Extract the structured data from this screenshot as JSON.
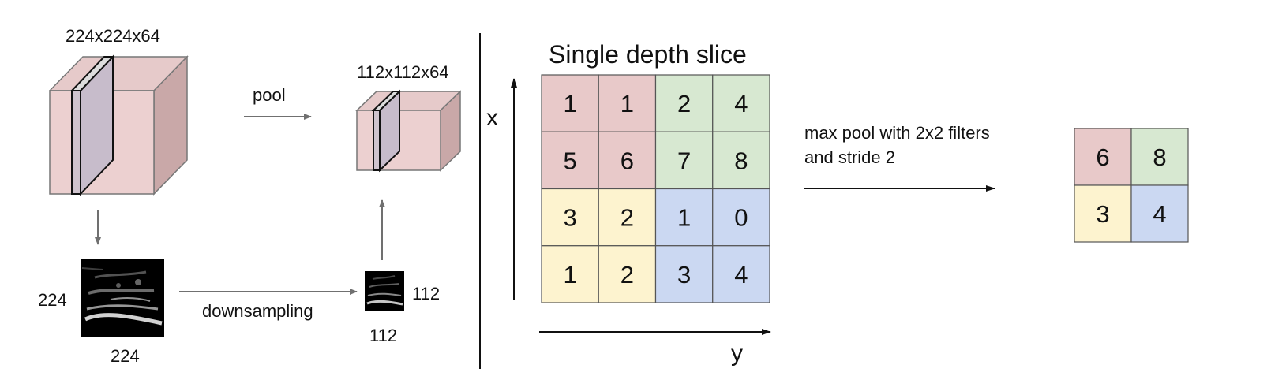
{
  "left": {
    "input_volume_label": "224x224x64",
    "output_volume_label": "112x112x64",
    "pool_label": "pool",
    "downsampling_label": "downsampling",
    "input_slice_height": "224",
    "input_slice_width": "224",
    "output_slice_height": "112",
    "output_slice_width": "112"
  },
  "right": {
    "title": "Single depth slice",
    "x_axis": "x",
    "y_axis": "y",
    "grid": [
      [
        1,
        1,
        2,
        4
      ],
      [
        5,
        6,
        7,
        8
      ],
      [
        3,
        2,
        1,
        0
      ],
      [
        1,
        2,
        3,
        4
      ]
    ],
    "quadrant_colors": [
      "#e8c9c9",
      "#d7e8d1",
      "#fdf3cf",
      "#cbd8f2"
    ],
    "op_line1": "max pool with 2x2 filters",
    "op_line2": "and stride 2",
    "result": [
      [
        6,
        8
      ],
      [
        3,
        4
      ]
    ]
  },
  "colors": {
    "cube_front": "#ecd0d0",
    "cube_top": "#e6caca",
    "cube_side": "#c9a8a8",
    "slice_fill": "#cfc3cd",
    "arrow": "#707070"
  }
}
